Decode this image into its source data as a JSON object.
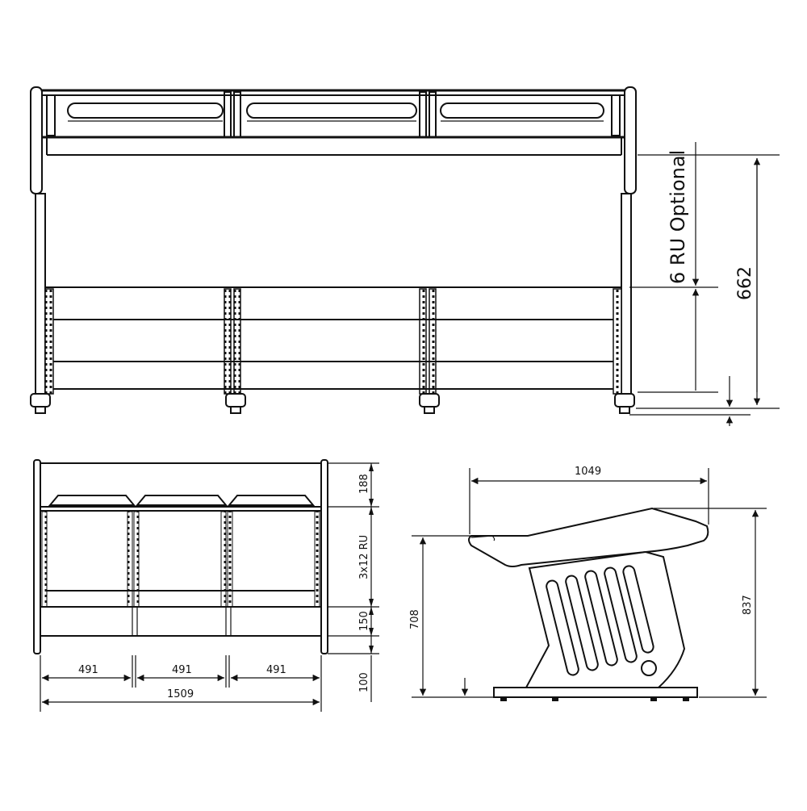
{
  "drawing": {
    "front_view": {
      "label_optional": "6 RU Optional",
      "height_dim": "662"
    },
    "plan_view": {
      "dim_top": "188",
      "dim_rack": "3x12 RU",
      "dim_shelf": "150",
      "dim_base": "100",
      "bay_widths": [
        "491",
        "491",
        "491"
      ],
      "overall_width": "1509"
    },
    "side_view": {
      "depth": "1049",
      "desk_height": "708",
      "overall_height": "837"
    }
  }
}
